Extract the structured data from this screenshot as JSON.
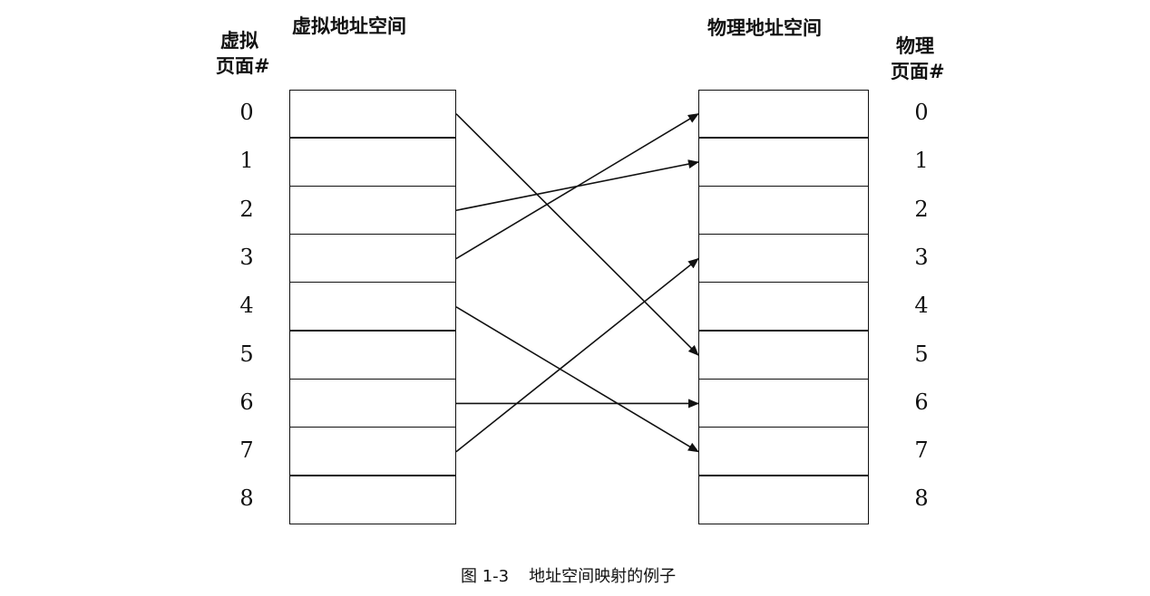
{
  "virtual": {
    "title": "虚拟地址空间",
    "page_label_line1": "虚拟",
    "page_label_line2": "页面#",
    "page_numbers": [
      "0",
      "1",
      "2",
      "3",
      "4",
      "5",
      "6",
      "7",
      "8"
    ]
  },
  "physical": {
    "title": "物理地址空间",
    "page_label_line1": "物理",
    "page_label_line2": "页面#",
    "page_numbers": [
      "0",
      "1",
      "2",
      "3",
      "4",
      "5",
      "6",
      "7",
      "8"
    ]
  },
  "mappings": [
    {
      "virtual": 0,
      "physical": 5
    },
    {
      "virtual": 2,
      "physical": 1
    },
    {
      "virtual": 3,
      "physical": 0
    },
    {
      "virtual": 4,
      "physical": 7
    },
    {
      "virtual": 6,
      "physical": 6
    },
    {
      "virtual": 7,
      "physical": 3
    }
  ],
  "caption": {
    "figure_no": "图 1-3",
    "text": "地址空间映射的例子"
  }
}
